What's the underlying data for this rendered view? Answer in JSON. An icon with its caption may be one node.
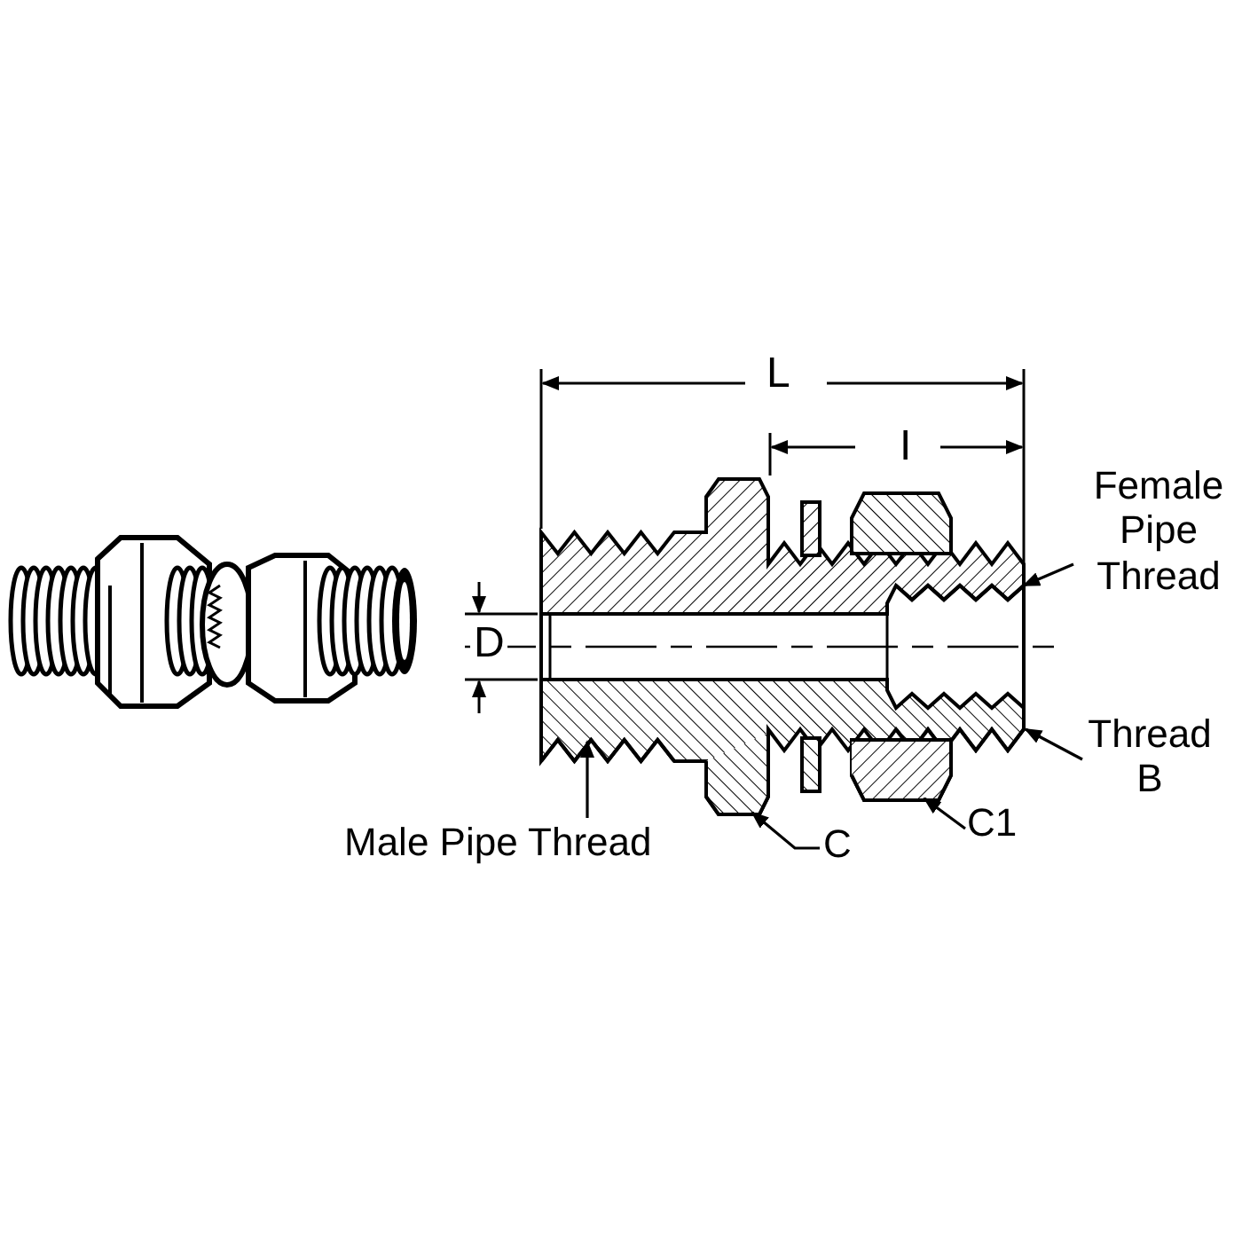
{
  "diagram": {
    "nodes": [
      {
        "text": [
          "Female Pipe Thread"
        ]
      },
      {
        "text": [
          "Thread B"
        ]
      },
      {
        "text": [
          "Male Pipe Thread"
        ]
      },
      {
        "text": [
          "C"
        ]
      },
      {
        "text": [
          "C1"
        ]
      },
      {
        "text": [],
        "shape": "line"
      },
      {
        "text": [],
        "shape": "line"
      },
      {
        "text": [],
        "shape": "line"
      },
      {
        "text": [],
        "shape": "box"
      },
      {
        "text": [],
        "shape": "box"
      }
    ],
    "edges": [
      {
        "from": 0,
        "to": 5,
        "arrow": "to"
      },
      {
        "from": 1,
        "to": 6,
        "arrow": "to"
      },
      {
        "from": 2,
        "to": 7,
        "arrow": "to"
      },
      {
        "from": 3,
        "to": 8,
        "arrow": "to"
      },
      {
        "from": 4,
        "to": 9,
        "arrow": "to"
      }
    ],
    "labels": [
      "L",
      "I",
      "D"
    ]
  }
}
